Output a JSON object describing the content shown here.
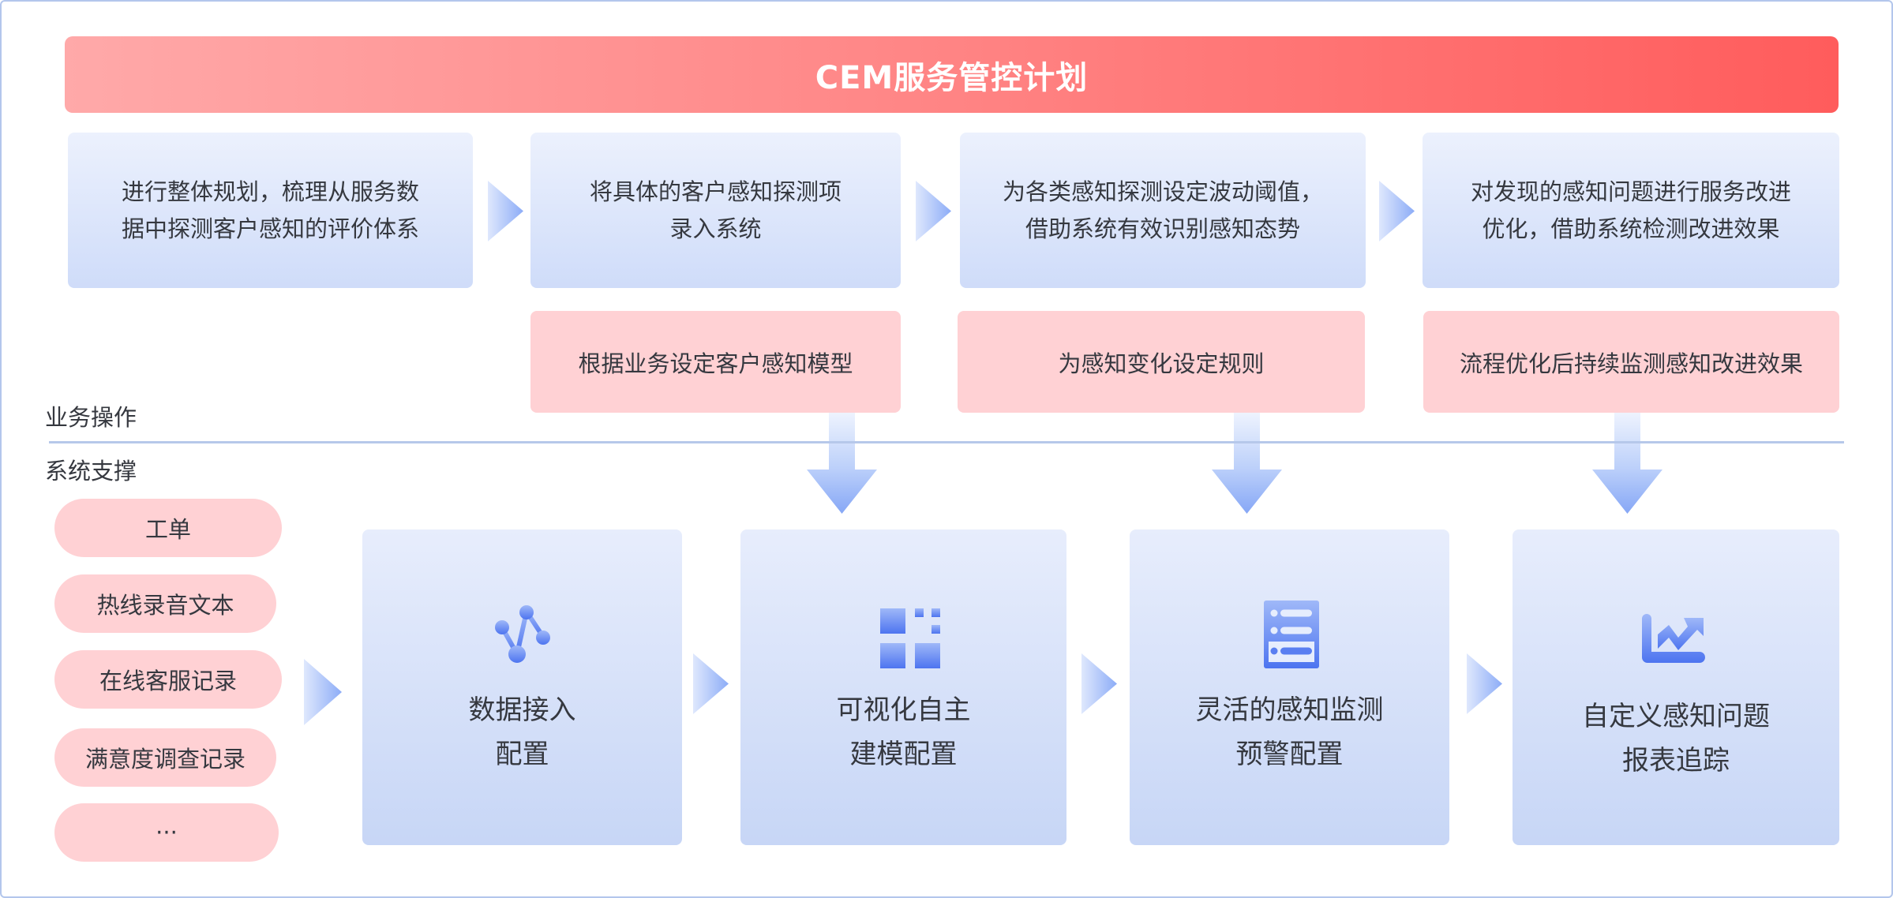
{
  "banner": {
    "title": "CEM服务管控计划"
  },
  "process_steps": [
    {
      "text": "进行整体规划，梳理从服务数\n据中探测客户感知的评价体系"
    },
    {
      "text": "将具体的客户感知探测项\n录入系统"
    },
    {
      "text": "为各类感知探测设定波动阈值，\n借助系统有效识别感知态势"
    },
    {
      "text": "对发现的感知问题进行服务改进\n优化，借助系统检测改进效果"
    }
  ],
  "business_actions": [
    {
      "text": "根据业务设定客户感知模型"
    },
    {
      "text": "为感知变化设定规则"
    },
    {
      "text": "流程优化后持续监测感知改进效果"
    }
  ],
  "section_labels": {
    "business": "业务操作",
    "system": "系统支撑"
  },
  "data_sources": [
    {
      "text": "工单"
    },
    {
      "text": "热线录音文本"
    },
    {
      "text": "在线客服记录"
    },
    {
      "text": "满意度调查记录"
    },
    {
      "text": "···"
    }
  ],
  "system_features": [
    {
      "icon": "network-nodes-icon",
      "text": "数据接入\n配置"
    },
    {
      "icon": "grid-blocks-icon",
      "text": "可视化自主\n建模配置"
    },
    {
      "icon": "server-list-icon",
      "text": "灵活的感知监测\n预警配置"
    },
    {
      "icon": "trend-chart-icon",
      "text": "自定义感知问题\n报表追踪"
    }
  ],
  "colors": {
    "banner_start": "#ffa9a9",
    "banner_end": "#ff5c5c",
    "pink_box": "#ffd1d4",
    "blue_box_top": "#ecf1fd",
    "blue_box_bottom": "#cfdcf9",
    "icon_blue": "#5079f2",
    "divider": "#b6c8ea"
  }
}
